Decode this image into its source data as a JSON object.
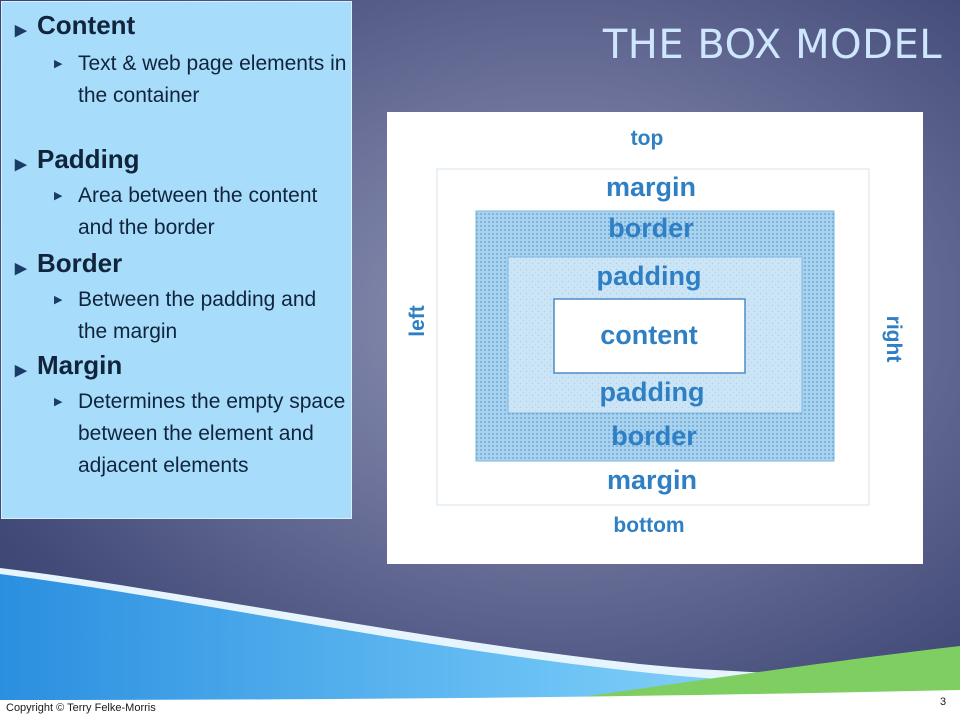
{
  "slide": {
    "title": "THE BOX MODEL",
    "footer": "Copyright © Terry Felke-Morris",
    "page_number": "3"
  },
  "bullets": [
    {
      "heading": "Content",
      "detail": "Text & web page elements in the container"
    },
    {
      "heading": "Padding",
      "detail": "Area between the content and the border"
    },
    {
      "heading": "Border",
      "detail": "Between the padding and the margin"
    },
    {
      "heading": "Margin",
      "detail": "Determines the empty space between the element and adjacent elements"
    }
  ],
  "diagram": {
    "top": "top",
    "bottom": "bottom",
    "left": "left",
    "right": "right",
    "margin_top": "margin",
    "border_top": "border",
    "padding_top": "padding",
    "content": "content",
    "padding_bottom": "padding",
    "border_bottom": "border",
    "margin_bottom": "margin"
  },
  "colors": {
    "title": "#cfe6ff",
    "panel": "#a8dcfb",
    "diagram_text": "#2f7fc4",
    "border_fill": "#8cc2e6",
    "padding_fill": "#c3e1f4"
  }
}
